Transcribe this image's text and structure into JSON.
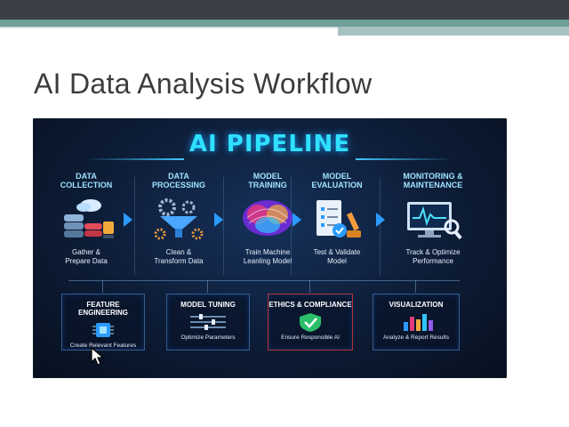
{
  "slide": {
    "title": "AI Data Analysis Workflow"
  },
  "infographic": {
    "title": "AI PIPELINE",
    "stages": [
      {
        "title_line1": "DATA",
        "title_line2": "COLLECTION",
        "desc_line1": "Gather &",
        "desc_line2": "Prepare Data",
        "icon": "database-cloud-icon"
      },
      {
        "title_line1": "DATA",
        "title_line2": "PROCESSING",
        "desc_line1": "Clean &",
        "desc_line2": "Transform Data",
        "icon": "gears-funnel-icon"
      },
      {
        "title_line1": "MODEL",
        "title_line2": "TRAINING",
        "desc_line1": "Train Machine",
        "desc_line2": "Leanling Model",
        "icon": "brain-icon"
      },
      {
        "title_line1": "MODEL",
        "title_line2": "EVALUATION",
        "desc_line1": "Test & Validate",
        "desc_line2": "Model",
        "icon": "checklist-robot-icon"
      },
      {
        "title_line1": "MONITORING &",
        "title_line2": "MAINTENANCE",
        "desc_line1": "Track & Optimize",
        "desc_line2": "Performance",
        "icon": "monitor-magnifier-icon"
      }
    ],
    "cards": [
      {
        "title_line1": "FEATURE",
        "title_line2": "ENGINEERING",
        "desc": "Create Relevant Features",
        "icon": "chip-icon"
      },
      {
        "title_line1": "MODEL TUNING",
        "title_line2": "",
        "desc": "Optimize Parameters",
        "icon": "sliders-icon"
      },
      {
        "title_line1": "ETHICS & COMPLIANCE",
        "title_line2": "",
        "desc": "Ensure Responsible AI",
        "icon": "shield-check-icon"
      },
      {
        "title_line1": "VISUALIZATION",
        "title_line2": "",
        "desc": "Analyze & Report Results",
        "icon": "bar-chart-icon"
      }
    ]
  },
  "colors": {
    "accent": "#2fe1ff",
    "arrow": "#2c9bff",
    "background": "#0d1c36",
    "topbar": "#3c3e46",
    "band": "#6e9f9b"
  }
}
